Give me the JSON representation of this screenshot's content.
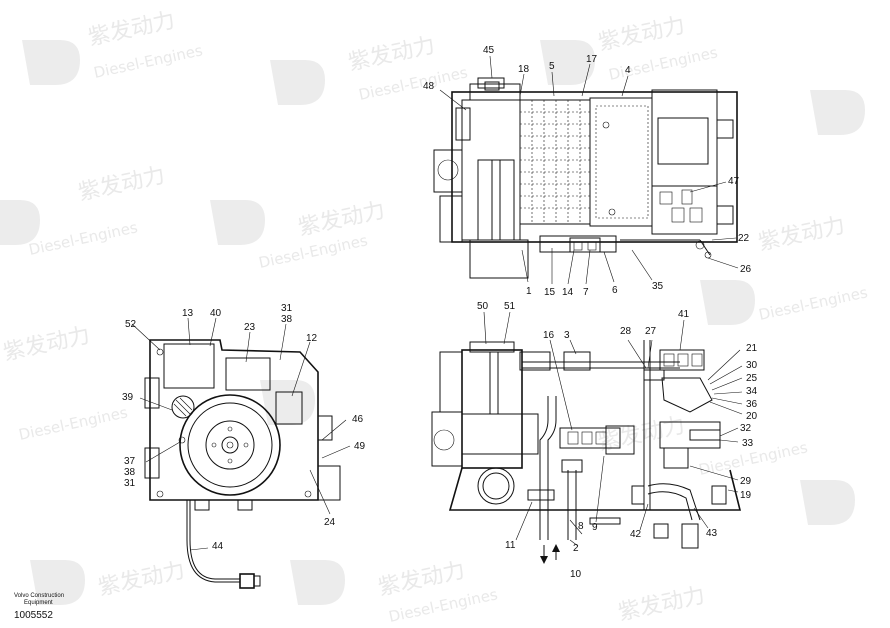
{
  "watermark": {
    "cn": "紫发动力",
    "en": "Diesel-Engines"
  },
  "footer": {
    "maker_line1": "Volvo Construction",
    "maker_line2": "Equipment",
    "doc_number": "1005552"
  },
  "views": {
    "top": {
      "callouts": [
        "45",
        "48",
        "18",
        "5",
        "17",
        "4",
        "47",
        "22",
        "26",
        "1",
        "15",
        "14",
        "7",
        "6",
        "35"
      ]
    },
    "left": {
      "callouts": [
        "52",
        "13",
        "40",
        "23",
        "31",
        "38",
        "12",
        "39",
        "46",
        "49",
        "37",
        "38",
        "31",
        "24",
        "44"
      ]
    },
    "right": {
      "callouts": [
        "50",
        "51",
        "16",
        "3",
        "28",
        "27",
        "41",
        "21",
        "30",
        "25",
        "34",
        "36",
        "20",
        "32",
        "33",
        "29",
        "19",
        "11",
        "8",
        "2",
        "9",
        "42",
        "43",
        "10"
      ]
    }
  }
}
